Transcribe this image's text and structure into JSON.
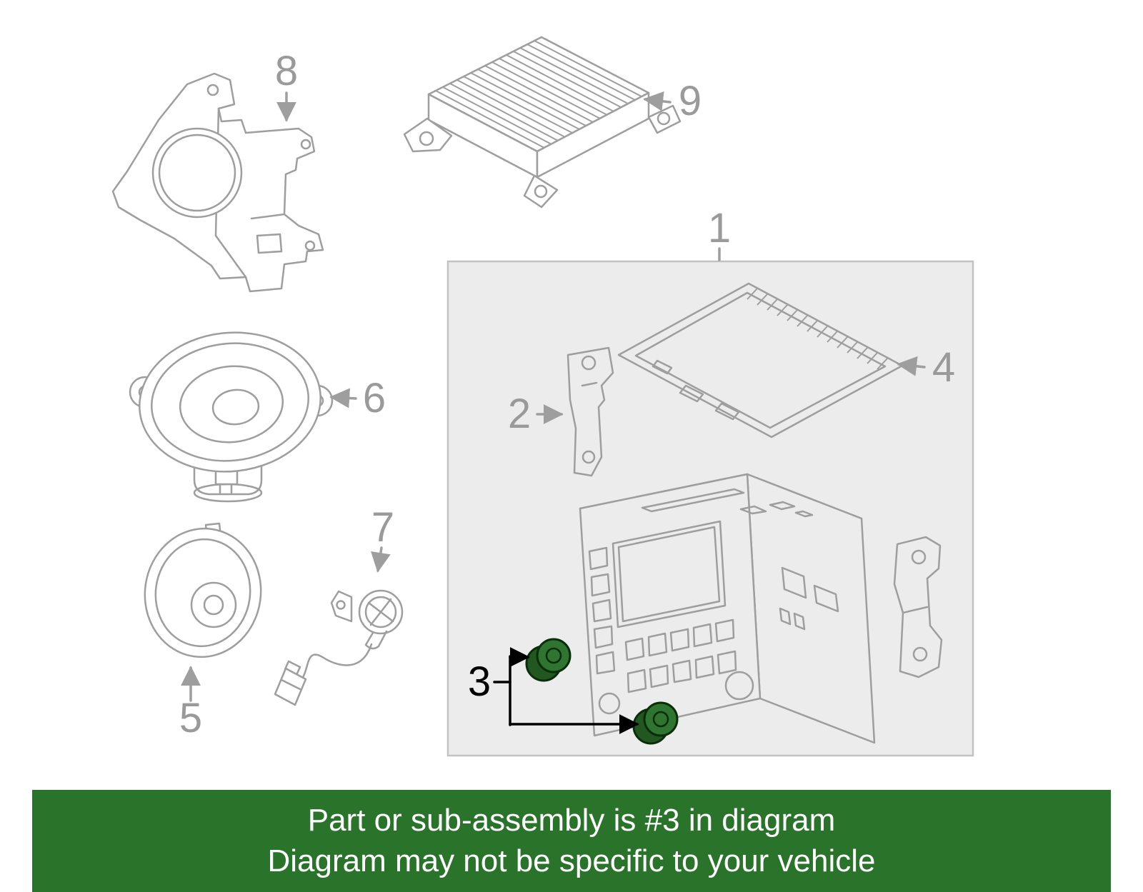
{
  "colors": {
    "canvas-bg": "#ffffff",
    "line": "#9e9e9e",
    "callout": "#9a9a9a",
    "callout-highlight": "#000000",
    "box-fill": "#ececec",
    "box-border": "#c2c2c2",
    "banner-bg": "#2a732a",
    "banner-text": "#ffffff",
    "highlight-fill": "#2f7430",
    "highlight-side": "#225722",
    "highlight-stroke": "#0a2d0a"
  },
  "callouts": {
    "n1": "1",
    "n2": "2",
    "n3": "3",
    "n4": "4",
    "n5": "5",
    "n6": "6",
    "n7": "7",
    "n8": "8",
    "n9": "9"
  },
  "banner": {
    "line1": "Part or sub-assembly is #3 in diagram",
    "line2": "Diagram may not be specific to your vehicle"
  }
}
